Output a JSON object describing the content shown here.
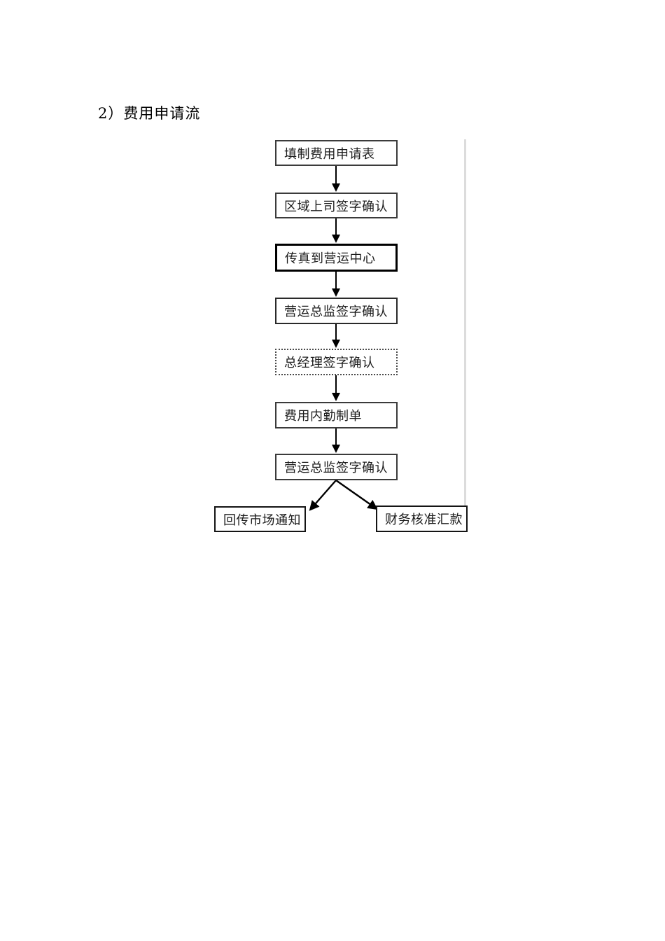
{
  "page": {
    "title": "2）费用申请流"
  },
  "flowchart": {
    "nodes": [
      {
        "id": "n1",
        "label": "填制费用申请表",
        "border_style": "solid"
      },
      {
        "id": "n2",
        "label": "区域上司签字确认",
        "border_style": "solid"
      },
      {
        "id": "n3",
        "label": "传真到营运中心",
        "border_style": "bold"
      },
      {
        "id": "n4",
        "label": "营运总监签字确认",
        "border_style": "solid"
      },
      {
        "id": "n5",
        "label": "总经理签字确认",
        "border_style": "dotted"
      },
      {
        "id": "n6",
        "label": "费用内勤制单",
        "border_style": "solid"
      },
      {
        "id": "n7",
        "label": "营运总监签字确认",
        "border_style": "solid"
      },
      {
        "id": "n8",
        "label": "回传市场通知",
        "border_style": "solid"
      },
      {
        "id": "n9",
        "label": "财务核准汇款",
        "border_style": "solid"
      }
    ],
    "edges": [
      {
        "from": "n1",
        "to": "n2"
      },
      {
        "from": "n2",
        "to": "n3"
      },
      {
        "from": "n3",
        "to": "n4"
      },
      {
        "from": "n4",
        "to": "n5"
      },
      {
        "from": "n5",
        "to": "n6"
      },
      {
        "from": "n6",
        "to": "n7"
      },
      {
        "from": "n7",
        "to": "n8"
      },
      {
        "from": "n7",
        "to": "n9"
      }
    ],
    "colors": {
      "node_border": "#3b3b3b",
      "bold_border": "#000000",
      "arrow": "#000000",
      "guide_line": "#dcdcdc",
      "text": "#1c1c1c",
      "background": "#ffffff"
    }
  }
}
